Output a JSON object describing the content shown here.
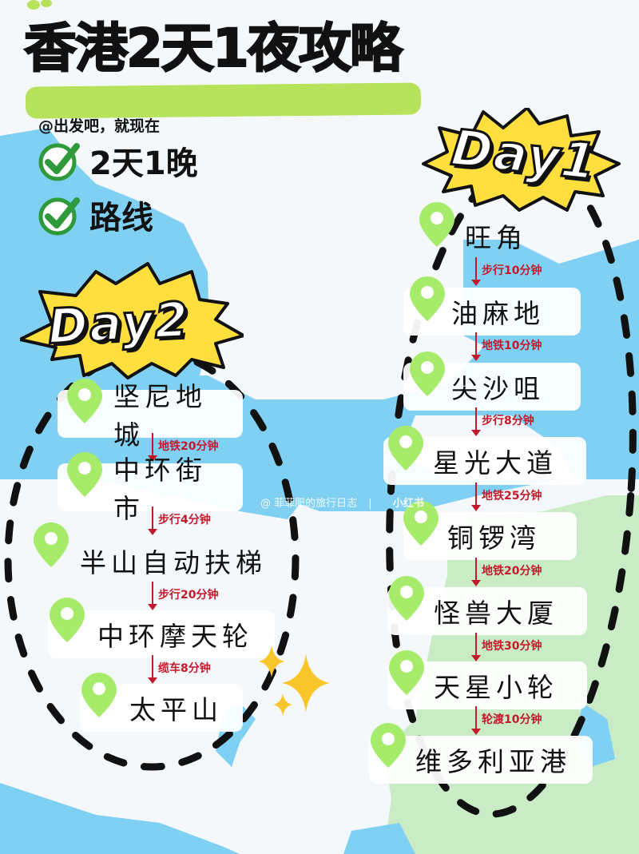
{
  "title": "香港2天1夜攻略",
  "handle": "@出发吧，就现在",
  "checklist": [
    {
      "label": "2天1晚",
      "icon": "check-circle-icon"
    },
    {
      "label": "路线",
      "icon": "check-circle-icon"
    }
  ],
  "colors": {
    "accent_green": "#b7e25c",
    "pin_green": "#a6ec6a",
    "water_blue": "#7fd0f2",
    "land_green": "#c9ecc6",
    "burst_yellow": "#ffdf3d",
    "connector_red": "#c4182b",
    "check_green": "#2e9a3c"
  },
  "day1": {
    "badge": "Day1",
    "stops": [
      {
        "name": "旺角"
      },
      {
        "name": "油麻地",
        "transit": "步行10分钟"
      },
      {
        "name": "尖沙咀",
        "transit": "地铁10分钟"
      },
      {
        "name": "星光大道",
        "transit": "步行8分钟"
      },
      {
        "name": "铜锣湾",
        "transit": "地铁25分钟"
      },
      {
        "name": "怪兽大厦",
        "transit": "地铁20分钟"
      },
      {
        "name": "天星小轮",
        "transit": "地铁30分钟"
      },
      {
        "name": "维多利亚港",
        "transit": "轮渡10分钟"
      }
    ]
  },
  "day2": {
    "badge": "Day2",
    "stops": [
      {
        "name": "坚尼地城"
      },
      {
        "name": "中环街市",
        "transit": "地铁20分钟"
      },
      {
        "name": "半山自动扶梯",
        "transit": "步行4分钟"
      },
      {
        "name": "中环摩天轮",
        "transit": "步行20分钟"
      },
      {
        "name": "太平山",
        "transit": "缆车8分钟"
      }
    ]
  },
  "watermark": {
    "author": "@ 菲菲肥的旅行日志",
    "platform": "小红书"
  }
}
